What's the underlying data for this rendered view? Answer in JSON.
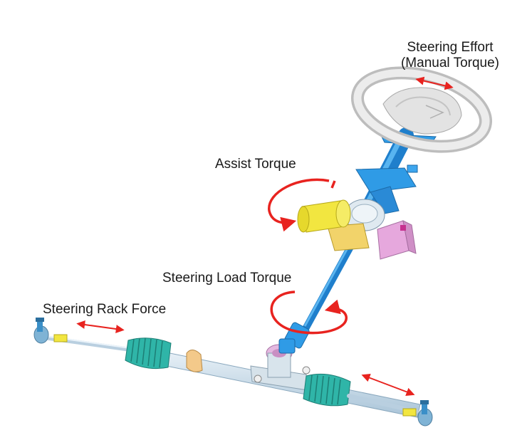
{
  "labels": {
    "steering_effort_line1": "Steering Effort",
    "steering_effort_line2": "(Manual Torque)",
    "assist_torque": "Assist Torque",
    "steering_load_torque": "Steering Load Torque",
    "steering_rack_force": "Steering Rack Force"
  },
  "colors": {
    "column_blue": "#2f9be6",
    "motor_yellow": "#f2e640",
    "ecu_pink": "#e6a8dd",
    "boot_teal": "#2fb5a8",
    "rack_steel": "#c8dcea",
    "arrow_red": "#e8231f",
    "wheel_grey": "#d9d9d9"
  }
}
